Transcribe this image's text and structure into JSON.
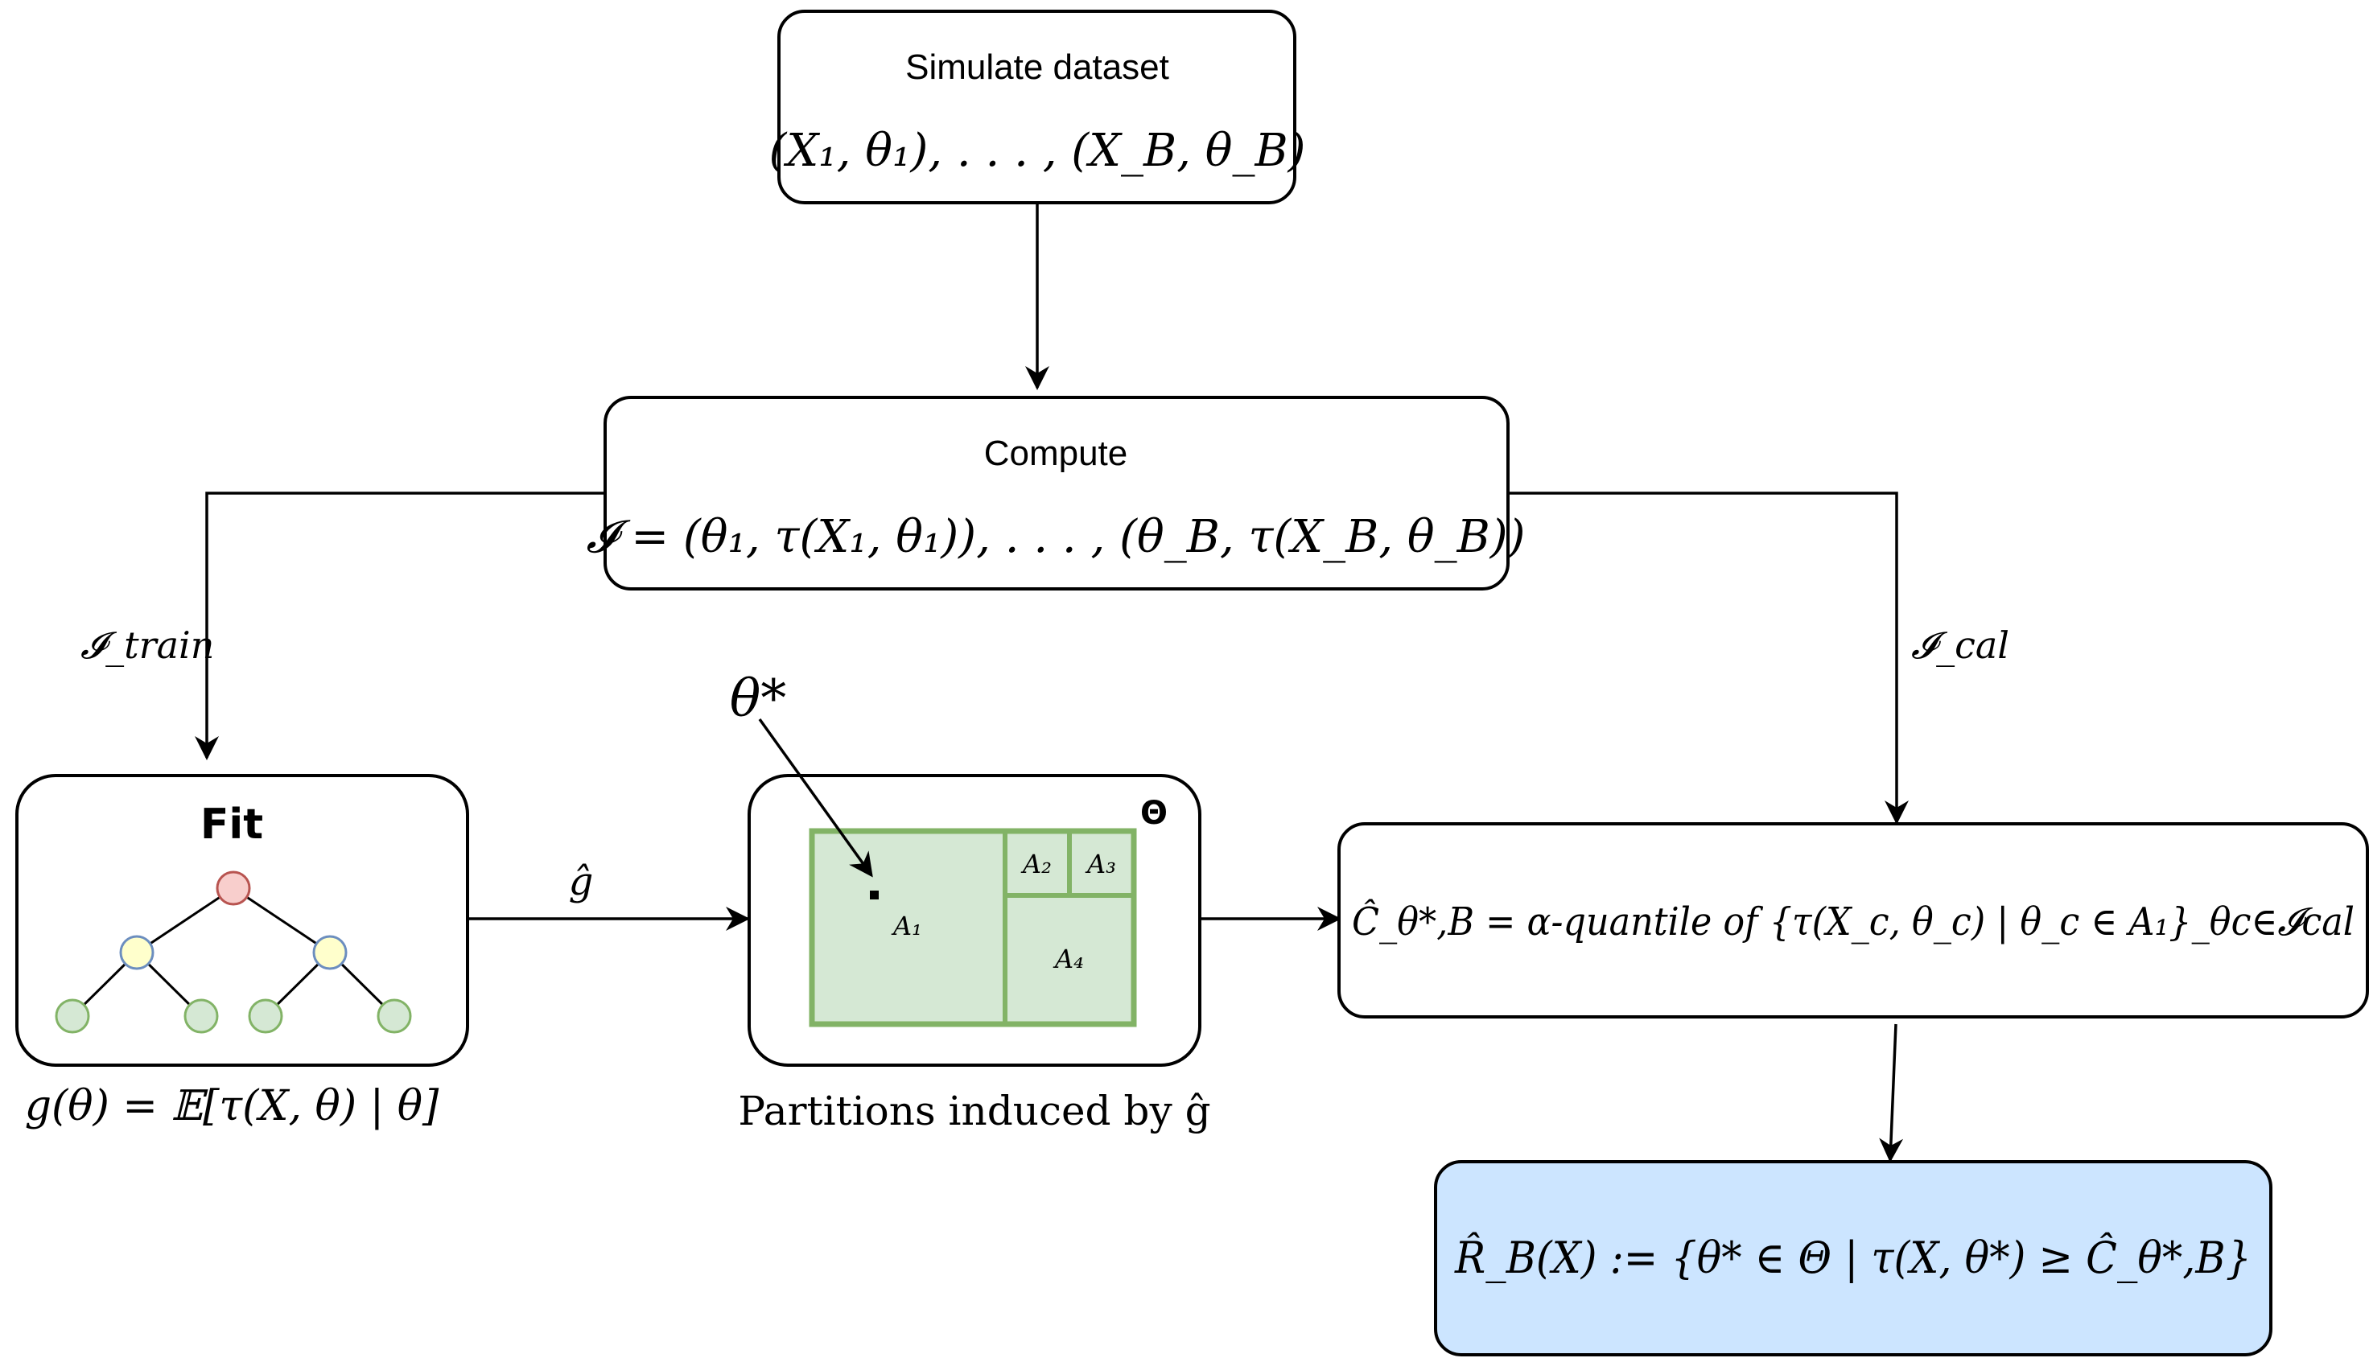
{
  "simulate": {
    "title": "Simulate dataset",
    "formula": "(X₁, θ₁), . . . , (X_B, θ_B)"
  },
  "compute": {
    "title": "Compute",
    "formula": "𝓘 = (θ₁, τ(X₁, θ₁)), . . . , (θ_B, τ(X_B, θ_B))"
  },
  "edges": {
    "train_label": "𝓘_train",
    "cal_label": "𝓘_cal",
    "ghat_label": "ĝ"
  },
  "fit": {
    "title": "Fit",
    "caption": "g(θ) = 𝔼[τ(X, θ) | θ]"
  },
  "partition": {
    "theta_star": "θ*",
    "space_symbol": "Θ",
    "regions": [
      "A₁",
      "A₂",
      "A₃",
      "A₄"
    ],
    "caption": "Partitions induced by ĝ"
  },
  "quantile": {
    "formula": "Ĉ_θ*,B = α-quantile of {τ(X_c, θ_c) | θ_c ∈ A₁}_θc∈𝓘cal"
  },
  "region": {
    "formula": "R̂_B(X) := {θ* ∈ Θ | τ(X, θ*) ≥ Ĉ_θ*,B}"
  },
  "colors": {
    "root_node": "#f8cecc",
    "inner_node": "#ffffcc",
    "leaf_node": "#d5e8d4",
    "partition_fill": "#d5e8d4",
    "partition_stroke": "#82b366",
    "result_box": "#cce5ff"
  }
}
